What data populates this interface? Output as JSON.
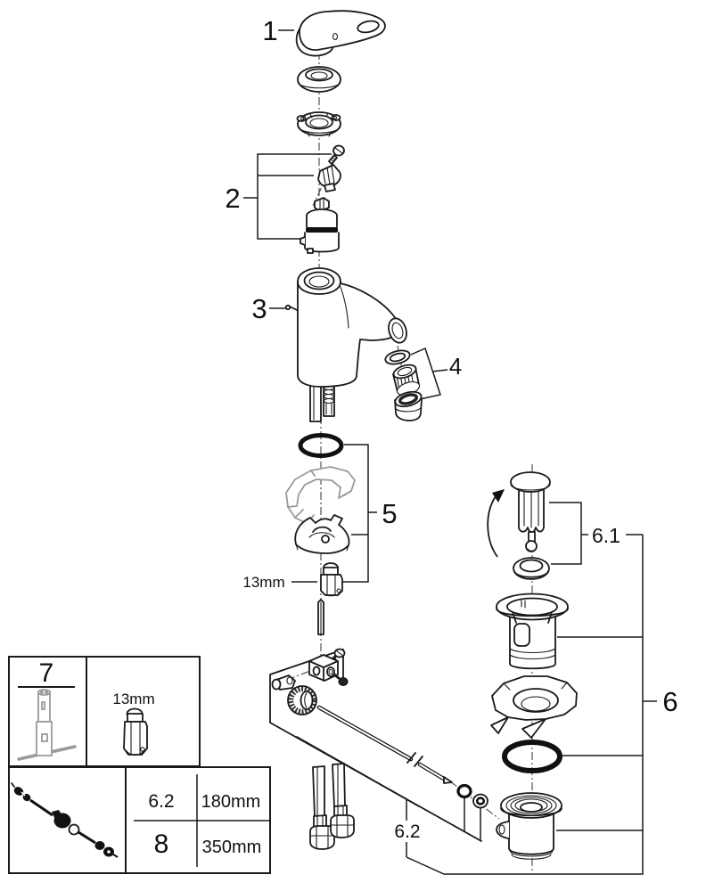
{
  "meta": {
    "ink_color": "#1a1a1a",
    "muted_gray": "#9a9a9a",
    "background": "#ffffff"
  },
  "callouts": {
    "lever": "1",
    "cartridge": "2",
    "body": "3",
    "aerator": "4",
    "mounting": "5",
    "waste": "6",
    "plug": "6.1",
    "rod": "6.2",
    "wrench_size": "13mm"
  },
  "inset": {
    "tool": "7",
    "nut_size": "13mm"
  },
  "spec_table": {
    "rows": [
      {
        "part": "6.2",
        "length": "180mm"
      },
      {
        "part": "8",
        "length": "350mm"
      }
    ]
  }
}
